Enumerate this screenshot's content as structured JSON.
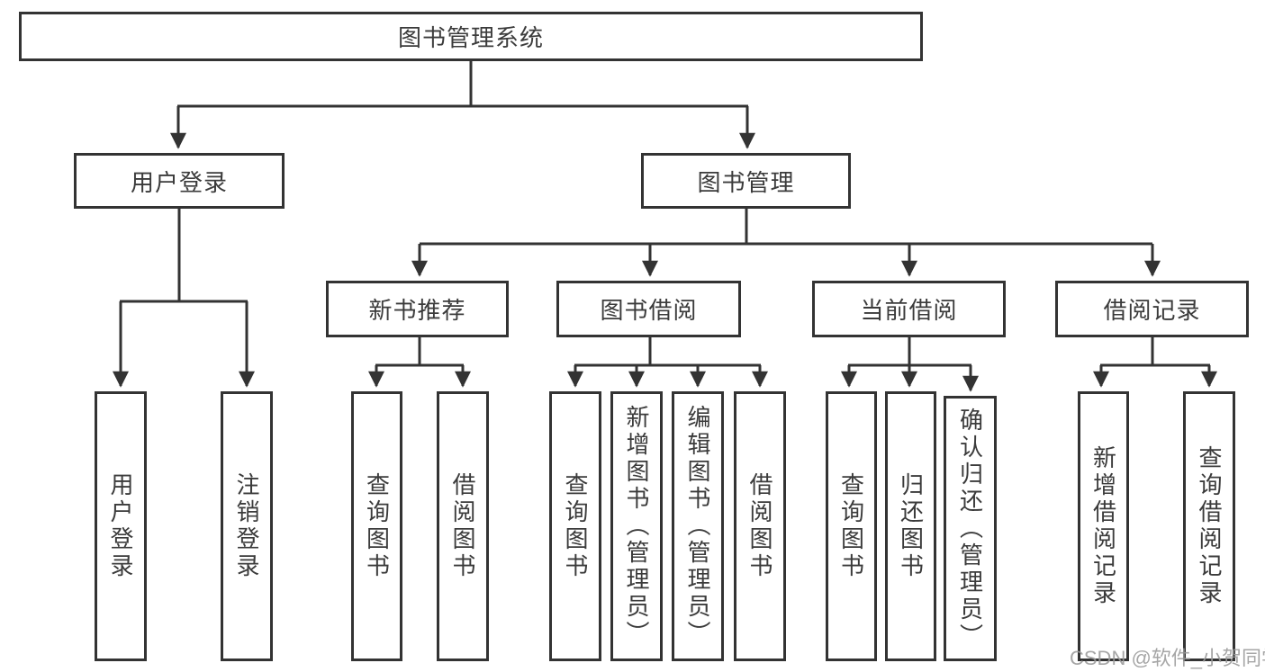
{
  "tree": {
    "root": {
      "label": "图书管理系统"
    },
    "branches": [
      {
        "label": "用户登录",
        "children": [
          {
            "label": "用户登录"
          },
          {
            "label": "注销登录"
          }
        ]
      },
      {
        "label": "图书管理",
        "children": [
          {
            "label": "新书推荐",
            "children": [
              {
                "label": "查询图书"
              },
              {
                "label": "借阅图书"
              }
            ]
          },
          {
            "label": "图书借阅",
            "children": [
              {
                "label": "查询图书"
              },
              {
                "label": "新增图书（管理员）"
              },
              {
                "label": "编辑图书（管理员）"
              },
              {
                "label": "借阅图书"
              }
            ]
          },
          {
            "label": "当前借阅",
            "children": [
              {
                "label": "查询图书"
              },
              {
                "label": "归还图书"
              },
              {
                "label": "确认归还（管理员）"
              }
            ]
          },
          {
            "label": "借阅记录",
            "children": [
              {
                "label": "新增借阅记录"
              },
              {
                "label": "查询借阅记录"
              }
            ]
          }
        ]
      }
    ]
  },
  "watermark": {
    "text": "CSDN @软件_小贺同学"
  },
  "colors": {
    "line": "#333333",
    "text": "#3b3b3b",
    "background": "#ffffff",
    "watermark": "#9a9a9a"
  }
}
